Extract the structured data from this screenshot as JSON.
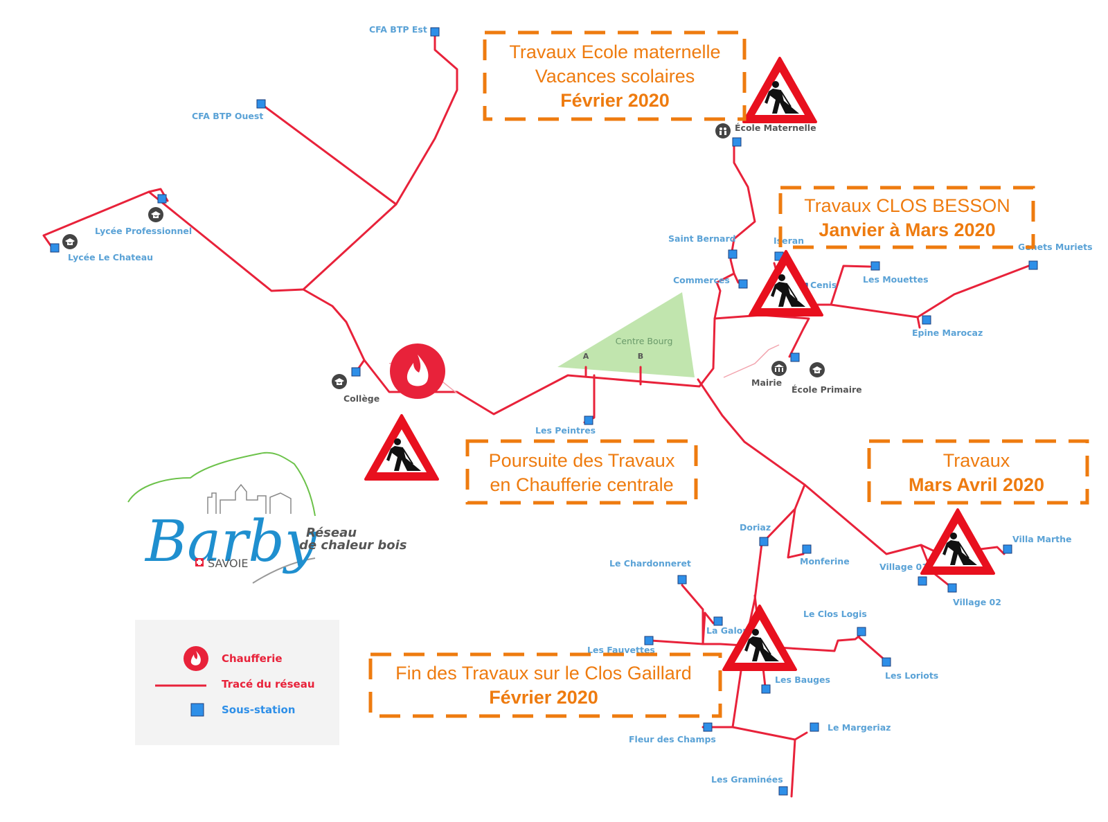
{
  "colors": {
    "network": "#e8223a",
    "substation": "#2e8fe8",
    "label": "#5aa2d6",
    "callout": "#ee7b0f",
    "zone": "#b6e0a0",
    "warning": "#e8101e"
  },
  "zone": {
    "name": "Centre Bourg",
    "point_a": "A",
    "point_b": "B"
  },
  "substations": [
    {
      "name": "CFA BTP Est"
    },
    {
      "name": "CFA BTP Ouest"
    },
    {
      "name": "Lycée Professionnel"
    },
    {
      "name": "Lycée Le Chateau"
    },
    {
      "name": "Collège"
    },
    {
      "name": "Les Peintres"
    },
    {
      "name": "École Maternelle"
    },
    {
      "name": "Saint Bernard"
    },
    {
      "name": "Commerces"
    },
    {
      "name": "Iseran"
    },
    {
      "name": "Cenis"
    },
    {
      "name": "Les Mouettes"
    },
    {
      "name": "Genets Muriets"
    },
    {
      "name": "Epine Marocaz"
    },
    {
      "name": "Mairie"
    },
    {
      "name": "École Primaire"
    },
    {
      "name": "Doriaz"
    },
    {
      "name": "Monferine"
    },
    {
      "name": "Le Chardonneret"
    },
    {
      "name": "La Galore"
    },
    {
      "name": "Les Fauvettes"
    },
    {
      "name": "Le Clos Logis"
    },
    {
      "name": "Les Loriots"
    },
    {
      "name": "Les Bauges"
    },
    {
      "name": "Le Margeriaz"
    },
    {
      "name": "Fleur des Champs"
    },
    {
      "name": "Les Graminées"
    },
    {
      "name": "Village 01"
    },
    {
      "name": "Village 02"
    },
    {
      "name": "Villa Marthe"
    }
  ],
  "callouts": [
    {
      "lines": [
        "Travaux Ecole maternelle",
        "Vacances scolaires"
      ],
      "bold": "Février 2020"
    },
    {
      "lines": [
        "Travaux CLOS BESSON"
      ],
      "bold": "Janvier à Mars 2020"
    },
    {
      "lines": [
        "Poursuite des Travaux",
        "en Chaufferie centrale"
      ],
      "bold": ""
    },
    {
      "lines": [
        "Travaux"
      ],
      "bold": "Mars Avril 2020"
    },
    {
      "lines": [
        "Fin des Travaux sur le Clos Gaillard"
      ],
      "bold": "Février 2020"
    }
  ],
  "logo": {
    "name": "Barby",
    "region": "SAVOIE",
    "tagline_1": "Réseau",
    "tagline_2": "de chaleur bois"
  },
  "legend": {
    "boiler": "Chaufferie",
    "network": "Tracé du réseau",
    "substation": "Sous-station"
  },
  "icons": {
    "boiler": "flame-icon",
    "works": "roadwork-warning-icon",
    "school": "graduation-cap-icon",
    "townhall": "townhall-icon",
    "nursery": "children-icon"
  }
}
